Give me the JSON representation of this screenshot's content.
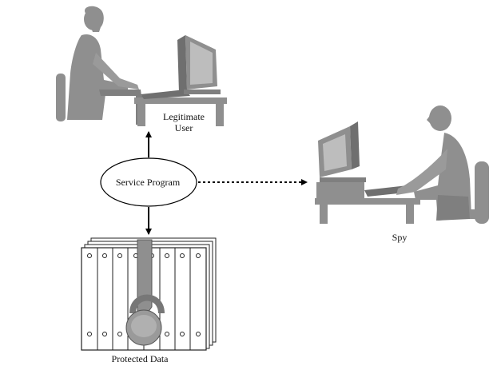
{
  "labels": {
    "legitimate_user_line1": "Legitimate",
    "legitimate_user_line2": "User",
    "service_program": "Service Program",
    "spy": "Spy",
    "protected_data": "Protected Data"
  },
  "colors": {
    "figure_gray": "#8f8f8f",
    "figure_dark": "#6f6f6f",
    "figure_light": "#bdbdbd",
    "line": "#000000",
    "background": "#ffffff"
  },
  "connections": [
    {
      "from": "service_program",
      "to": "legitimate_user",
      "style": "solid-arrow"
    },
    {
      "from": "service_program",
      "to": "protected_data",
      "style": "solid-arrow"
    },
    {
      "from": "service_program",
      "to": "spy",
      "style": "dotted-arrow"
    }
  ]
}
